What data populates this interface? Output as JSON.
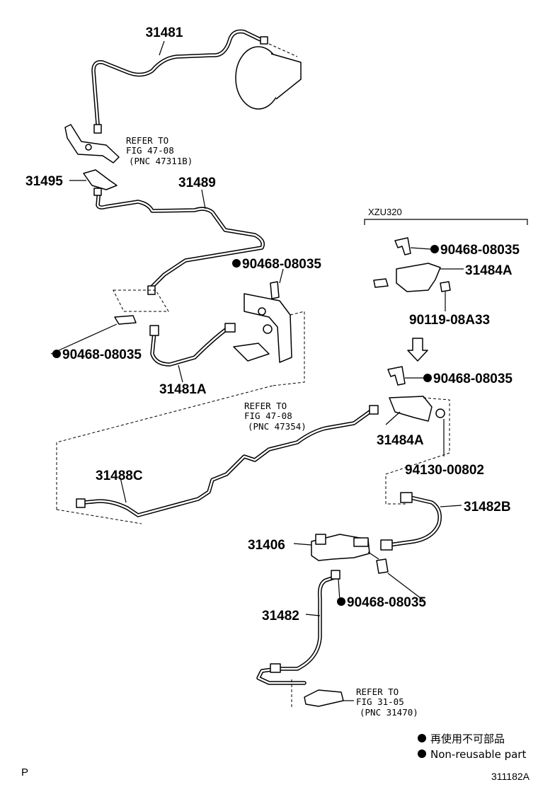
{
  "parts": {
    "p31481": "31481",
    "p31495": "31495",
    "p31489": "31489",
    "p31481A": "31481A",
    "p31488C": "31488C",
    "p31482B": "31482B",
    "p31406": "31406",
    "p31482": "31482",
    "p31484A_top": "31484A",
    "p31484A_bot": "31484A",
    "clip_a": "90468-08035",
    "clip_b": "90468-08035",
    "clip_c": "90468-08035",
    "clip_d": "90468-08035",
    "clip_e": "90468-08035",
    "bolt": "90119-08A33",
    "nut": "94130-00802"
  },
  "refs": {
    "ref1": {
      "line1": "REFER TO",
      "line2": "FIG 47-08",
      "line3": "(PNC 47311B)"
    },
    "ref2": {
      "line1": "REFER TO",
      "line2": "FIG 47-08",
      "line3": "(PNC 47354)"
    },
    "ref3": {
      "line1": "REFER TO",
      "line2": "FIG 31-05",
      "line3": "(PNC 31470)"
    }
  },
  "model_code": "XZU320",
  "legend": {
    "line1": "再使用不可部品",
    "line2": "Non-reusable part"
  },
  "footer": {
    "left": "P",
    "right": "311182A"
  }
}
